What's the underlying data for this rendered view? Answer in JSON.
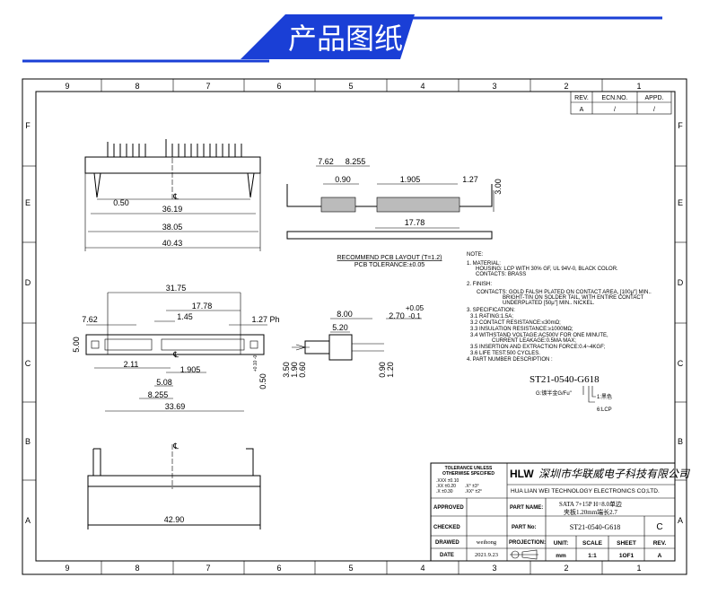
{
  "banner": {
    "title": "产品图纸",
    "color": "#1a3fd6"
  },
  "grid": {
    "cols": [
      "9",
      "8",
      "7",
      "6",
      "5",
      "4",
      "3",
      "2",
      "1"
    ],
    "rows": [
      "F",
      "E",
      "D",
      "C",
      "B",
      "A"
    ]
  },
  "revision": {
    "headers": [
      "REV.",
      "ECN.NO.",
      "APPD."
    ],
    "row": [
      "A",
      "/",
      "/"
    ]
  },
  "top_view": {
    "d1": "0.50",
    "d2": "36.19",
    "d3": "38.05",
    "d4": "40.43",
    "cl": "℄"
  },
  "pcb": {
    "d1": "7.62",
    "d2": "8.255",
    "d3": "0.90",
    "d4": "1.905",
    "d5": "1.27",
    "d6": "3.00",
    "d7": "17.78",
    "title": "RECOMMEND PCB LAYOUT (T=1.2)",
    "tol": "PCB TOLERANCE:±0.05"
  },
  "front_view": {
    "d1": "31.75",
    "d2": "17.78",
    "d3": "1.45",
    "d4": "7.62",
    "d5": "1.27 Ph",
    "d6": "5.00",
    "d7": "2.11",
    "d8": "1.905",
    "d9": "5.08",
    "d10": "8.255",
    "d11": "33.69",
    "d12": "0.50",
    "d12tol": "+0.10 -0",
    "cl": "℄"
  },
  "side_view": {
    "d1": "8.00",
    "d2": "5.20",
    "d3": "2.70",
    "d3tol_up": "+0.05",
    "d3tol_dn": "-0.1",
    "d4": "3.50",
    "d5": "1.90",
    "d6": "0.60",
    "d7": "0.90",
    "d8": "1.20"
  },
  "bottom_view": {
    "d1": "42.90",
    "cl": "℄"
  },
  "notes": {
    "title": "NOTE:",
    "lines": [
      "1. MATERIAL:",
      "HOUSING: LCP WITH 30% GF, UL 94V-0, BLACK COLOR.",
      "CONTACTS: BRASS",
      "2. FINISH:",
      "CONTACTS: GOLD FALSH PLATED ON CONTACT AREA, [100μ\"] MIN..",
      "BRIGHT-TIN ON SOLDER TAIL, WITH ENTIRE CONTACT",
      "UNDERPLATED [50μ\"] MIN.. NICKEL.",
      "3. SPECIFICATION:",
      "3.1 RATING:1.5A;",
      "3.2 CONTACT RESISTANCE:≤30mΩ;",
      "3.3 INSULATION RESISTANCE:≥1000MΩ;",
      "3.4 WITHSTAND VOLTAGE:AC500V FOR ONE MINUTE,",
      "CURRENT LEAKAGE:0.5MA MAX;",
      "3.5 INSERTION AND EXTRACTION FORCE:0.4~4KGF;",
      "3.6 LIFE TEST:500 CYCLES.",
      "4. PART NUMBER DESCRIPTION :"
    ],
    "part_number": "ST21-0540-G618",
    "pn_g": "G:镀半金G/Fu\"",
    "pn_1": "1:黑色",
    "pn_6": "6:LCP"
  },
  "title_block": {
    "tol_title1": "TOLERANCE UNLESS",
    "tol_title2": "OTHERWISE SPECIFIED",
    "tol": [
      ".XXX ±0.10",
      ".XX ±0.20",
      ".X ±0.30",
      ".X° ±3°",
      ".XX° ±2°"
    ],
    "logo": "HLW",
    "company_cn": "深圳市华联威电子科技有限公司",
    "company_en": "HUA LIAN WEI TECHNOLOGY ELECTRONICS CO;LTD.",
    "approved": "APPROVED",
    "checked": "CHECKED",
    "drawed": "DRAWED",
    "drawer": "weihong",
    "date_label": "DATE",
    "date": "2021.9.23",
    "part_name_label": "PART NAME:",
    "part_name1": "SATA 7+15P H=8.0单边",
    "part_name2": "夹板1.20mm端长2.7",
    "part_no_label": "PART No:",
    "part_no": "ST21-0540-G618",
    "size": "C",
    "projection": "PROJECTION:",
    "unit_label": "UNIT:",
    "unit": "mm",
    "scale_label": "SCALE",
    "scale": "1:1",
    "sheet_label": "SHEET",
    "sheet": "1OF1",
    "rev_label": "REV.",
    "rev": "A"
  }
}
